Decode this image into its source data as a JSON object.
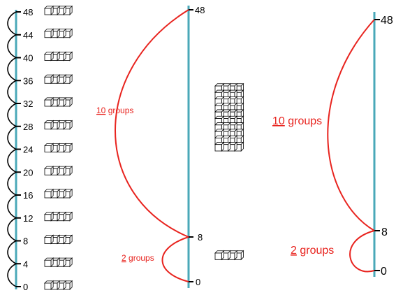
{
  "colors": {
    "number_line": "#4aa8b8",
    "arc": "#e8231e",
    "group_label": "#e8231e",
    "tick_text": "#000000",
    "block_stroke": "#000000"
  },
  "line_1": {
    "ticks": [
      "48",
      "44",
      "40",
      "36",
      "32",
      "28",
      "24",
      "20",
      "16",
      "12",
      "8",
      "4",
      "0"
    ],
    "jump_size": 4,
    "jump_count": 12,
    "blocks_per_tick": 4
  },
  "line_2": {
    "ticks": [
      "48",
      "8",
      "0"
    ],
    "big_group": {
      "underlined": "10",
      "rest": " groups"
    },
    "small_group": {
      "underlined": "2",
      "rest": " groups"
    },
    "block_array": {
      "rows": 10,
      "cols": 4
    },
    "block_strip": {
      "rows": 1,
      "cols": 4
    }
  },
  "line_3": {
    "ticks": [
      "48",
      "8",
      "0"
    ],
    "big_group": {
      "underlined": "10",
      "rest": " groups"
    },
    "small_group": {
      "underlined": "2",
      "rest": " groups"
    }
  }
}
